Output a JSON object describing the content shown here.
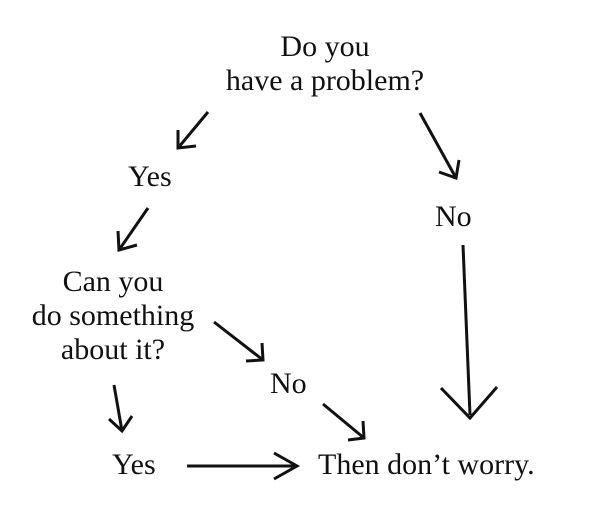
{
  "flowchart": {
    "question_1": {
      "line_1": "Do you",
      "line_2": "have a problem?"
    },
    "branch_yes_1": "Yes",
    "branch_no_1": "No",
    "question_2": {
      "line_1": "Can you",
      "line_2": "do something",
      "line_3": "about it?"
    },
    "branch_no_2": "No",
    "branch_yes_2": "Yes",
    "outcome": "Then don’t worry."
  }
}
